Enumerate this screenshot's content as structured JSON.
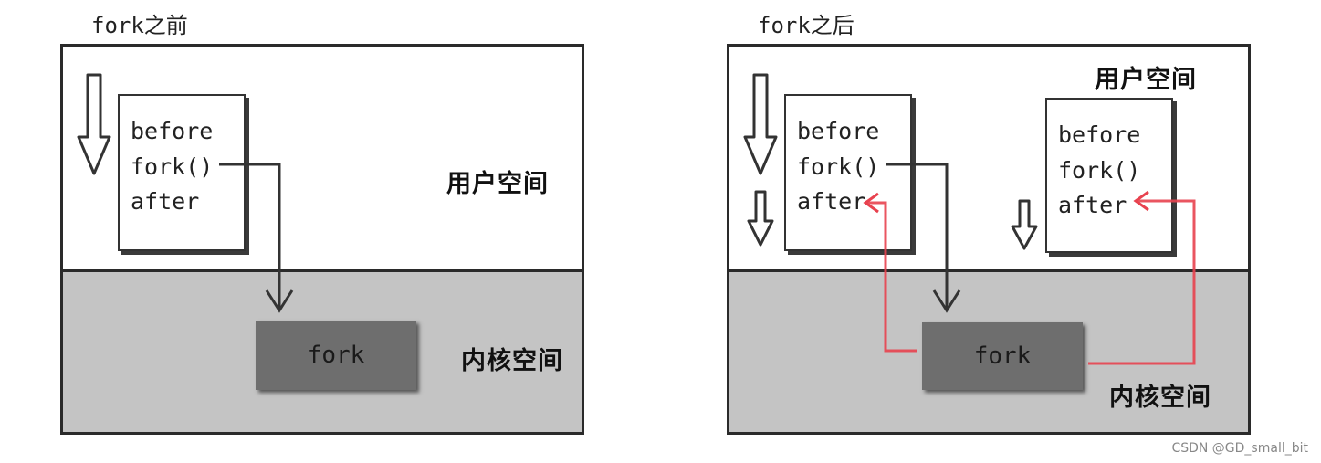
{
  "before": {
    "caption": "fork之前",
    "code_lines": [
      "before",
      "fork()",
      "after"
    ],
    "user_space_label": "用户空间",
    "kernel_space_label": "内核空间",
    "kernel_box_label": "fork"
  },
  "after": {
    "caption": "fork之后",
    "parent_code_lines": [
      "before",
      "fork()",
      "after"
    ],
    "child_code_lines": [
      "before",
      "fork()",
      "after"
    ],
    "user_space_label": "用户空间",
    "kernel_space_label": "内核空间",
    "kernel_box_label": "fork"
  },
  "watermark": "CSDN @GD_small_bit",
  "colors": {
    "kernel_zone": "#c4c4c4",
    "kernel_box": "#6e6e6e",
    "return_arrow": "#e8424f",
    "call_arrow": "#333333"
  },
  "icons": [
    "down-arrow-icon",
    "return-arrow-icon",
    "call-arrow-icon"
  ]
}
